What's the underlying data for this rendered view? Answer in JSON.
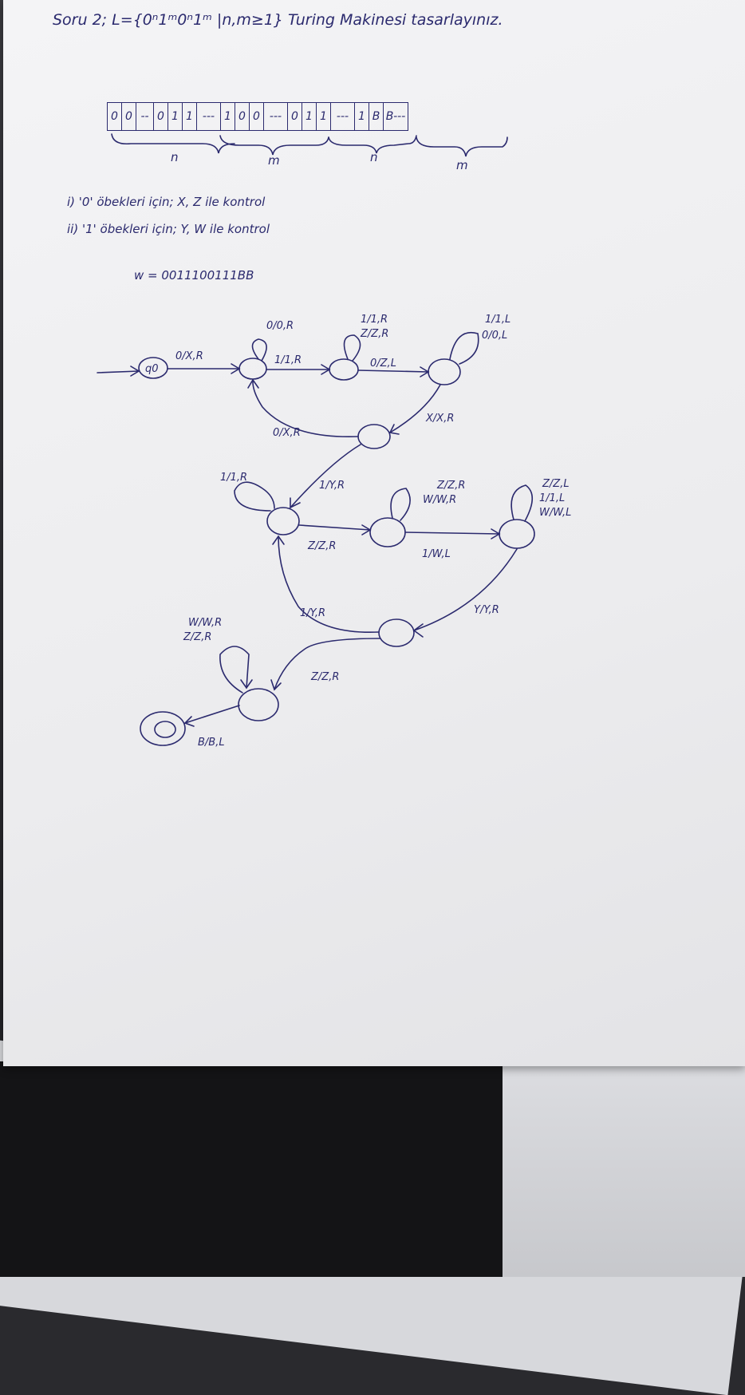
{
  "header": {
    "title": "Soru 2; L={0ⁿ1ᵐ0ⁿ1ᵐ |n,m≥1} Turing Makinesi tasarlayınız."
  },
  "tape": {
    "cells": [
      "0",
      "0",
      "--",
      "0",
      "1",
      "1",
      "---",
      "1",
      "0",
      "0",
      "---",
      "0",
      "1",
      "1",
      "---",
      "1",
      "B",
      "B---"
    ],
    "braces": [
      "n",
      "m",
      "n",
      "m"
    ]
  },
  "notes": {
    "line1": "i) '0' öbekleri için; X, Z ile kontrol",
    "line2": "ii) '1' öbekleri için; Y, W ile kontrol",
    "word": "w = 0011100111BB"
  },
  "diagram": {
    "start_state": "q0",
    "labels": {
      "start_trans": "0/X,R",
      "q1_loop": "0/0,R",
      "q1_q2": "1/1,R",
      "q2_loop_a": "1/1,R",
      "q2_loop_b": "Z/Z,R",
      "q2_q3": "0/Z,L",
      "q3_loop_a": "1/1,L",
      "q3_loop_b": "0/0,L",
      "q3_q4": "X/X,R",
      "q4_q1": "0/X,R",
      "q4_q5": "1/Y,R",
      "q5_loop": "1/1,R",
      "q5_q6": "Z/Z,R",
      "q6_loop_a": "Z/Z,R",
      "q6_loop_b": "W/W,R",
      "q6_q7": "1/W,L",
      "q7_loop_a": "Z/Z,L",
      "q7_loop_b": "1/1,L",
      "q7_loop_c": "W/W,L",
      "q7_q8": "Y/Y,R",
      "q8_q5": "1/Y,R",
      "q8_q9": "Z/Z,R",
      "q9_loop_a": "W/W,R",
      "q9_loop_b": "Z/Z,R",
      "q9_final": "B/B,L"
    }
  },
  "colors": {
    "ink": "#2b2a6e",
    "paper": "#efeff1"
  }
}
